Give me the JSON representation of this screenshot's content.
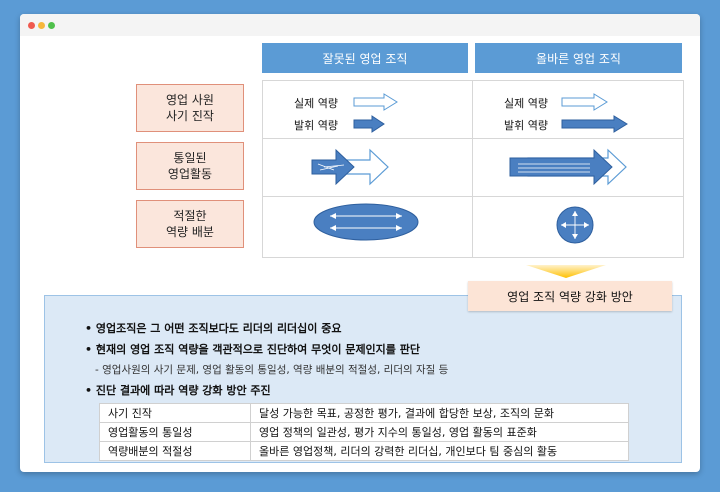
{
  "columns": {
    "wrong": "잘못된 영업 조직",
    "right": "올바른 영업 조직"
  },
  "rows": [
    {
      "label_line1": "영업 사원",
      "label_line2": "사기 진작"
    },
    {
      "label_line1": "통일된",
      "label_line2": "영업활동"
    },
    {
      "label_line1": "적절한",
      "label_line2": "역량 배분"
    }
  ],
  "morale": {
    "wrong": {
      "actual": "실제 역량",
      "exerted": "발휘 역량"
    },
    "right": {
      "actual": "실제 역량",
      "exerted": "발휘 역량"
    }
  },
  "callout": "영업 조직 역량 강화 방안",
  "summary": {
    "bullet1": "영업조직은 그 어떤 조직보다도 리더의 리더십이 중요",
    "bullet2": "현재의 영업 조직 역량을 객관적으로 진단하여 무엇이 문제인지를 판단",
    "sub_bullet": "- 영업사원의 사기 문제, 영업 활동의 통일성, 역량 배분의 적절성, 리더의 자질 등",
    "bullet3": "진단 결과에 따라 역량 강화 방안 주진"
  },
  "strategy_table": [
    {
      "area": "사기 진작",
      "detail": "달성 가능한 목표, 공정한 평가, 결과에 합당한 보상, 조직의 문화"
    },
    {
      "area": "영업활동의 통일성",
      "detail": "영업 정책의 일관성, 평가 지수의 통일성, 영업 활동의 표준화"
    },
    {
      "area": "역량배분의 적절성",
      "detail": "올바른 영업정책, 리더의 강력한 리더십, 개인보다 팀 중심의 활동"
    }
  ],
  "colors": {
    "accent_blue": "#5b9bd5",
    "label_fill": "#fbe6dc",
    "callout_fill": "#fce4d6",
    "arrow_yellow": "#ffc000",
    "summary_fill": "#dce9f6"
  }
}
